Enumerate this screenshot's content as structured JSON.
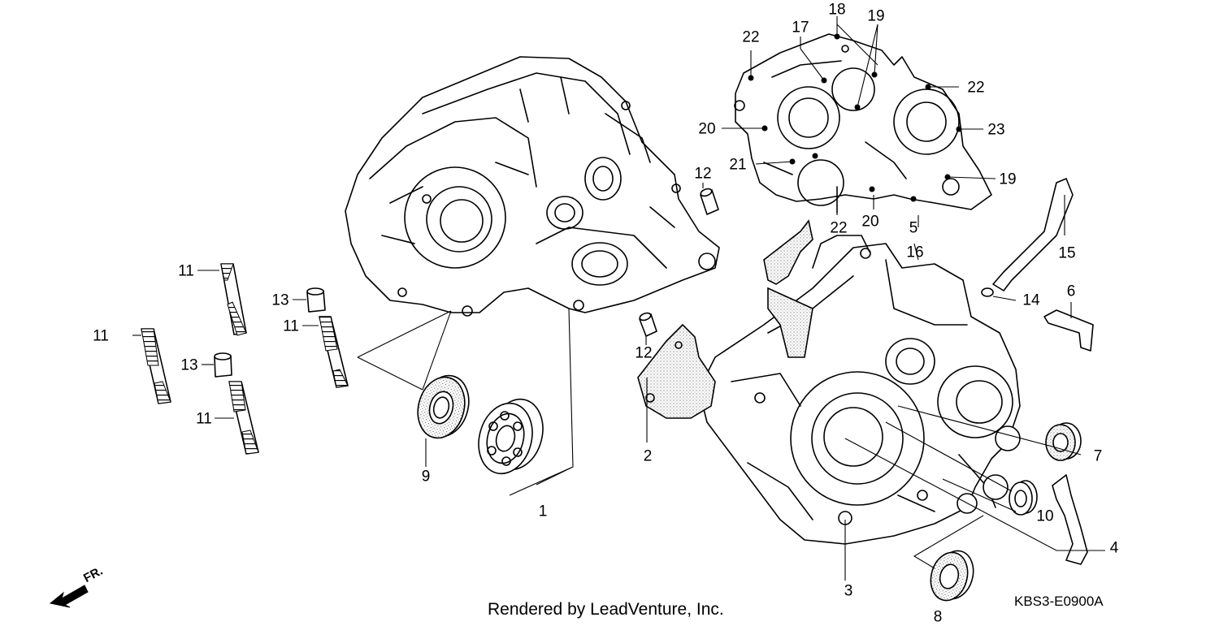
{
  "callouts": [
    {
      "id": "1",
      "text": "1"
    },
    {
      "id": "2",
      "text": "2"
    },
    {
      "id": "3",
      "text": "3"
    },
    {
      "id": "4",
      "text": "4"
    },
    {
      "id": "5",
      "text": "5"
    },
    {
      "id": "6",
      "text": "6"
    },
    {
      "id": "7",
      "text": "7"
    },
    {
      "id": "8",
      "text": "8"
    },
    {
      "id": "9",
      "text": "9"
    },
    {
      "id": "10",
      "text": "10"
    },
    {
      "id": "11a",
      "text": "11"
    },
    {
      "id": "11b",
      "text": "11"
    },
    {
      "id": "11c",
      "text": "11"
    },
    {
      "id": "11d",
      "text": "11"
    },
    {
      "id": "12a",
      "text": "12"
    },
    {
      "id": "12b",
      "text": "12"
    },
    {
      "id": "13a",
      "text": "13"
    },
    {
      "id": "13b",
      "text": "13"
    },
    {
      "id": "14",
      "text": "14"
    },
    {
      "id": "15",
      "text": "15"
    },
    {
      "id": "16",
      "text": "16"
    },
    {
      "id": "17",
      "text": "17"
    },
    {
      "id": "18",
      "text": "18"
    },
    {
      "id": "19a",
      "text": "19"
    },
    {
      "id": "19b",
      "text": "19"
    },
    {
      "id": "20a",
      "text": "20"
    },
    {
      "id": "20b",
      "text": "20"
    },
    {
      "id": "21",
      "text": "21"
    },
    {
      "id": "22a",
      "text": "22"
    },
    {
      "id": "22b",
      "text": "22"
    },
    {
      "id": "22c",
      "text": "22"
    },
    {
      "id": "23",
      "text": "23"
    }
  ],
  "footer": {
    "credit": "Rendered by LeadVenture, Inc.",
    "diagram_code": "KBS3-E0900A",
    "direction_label": "FR."
  }
}
